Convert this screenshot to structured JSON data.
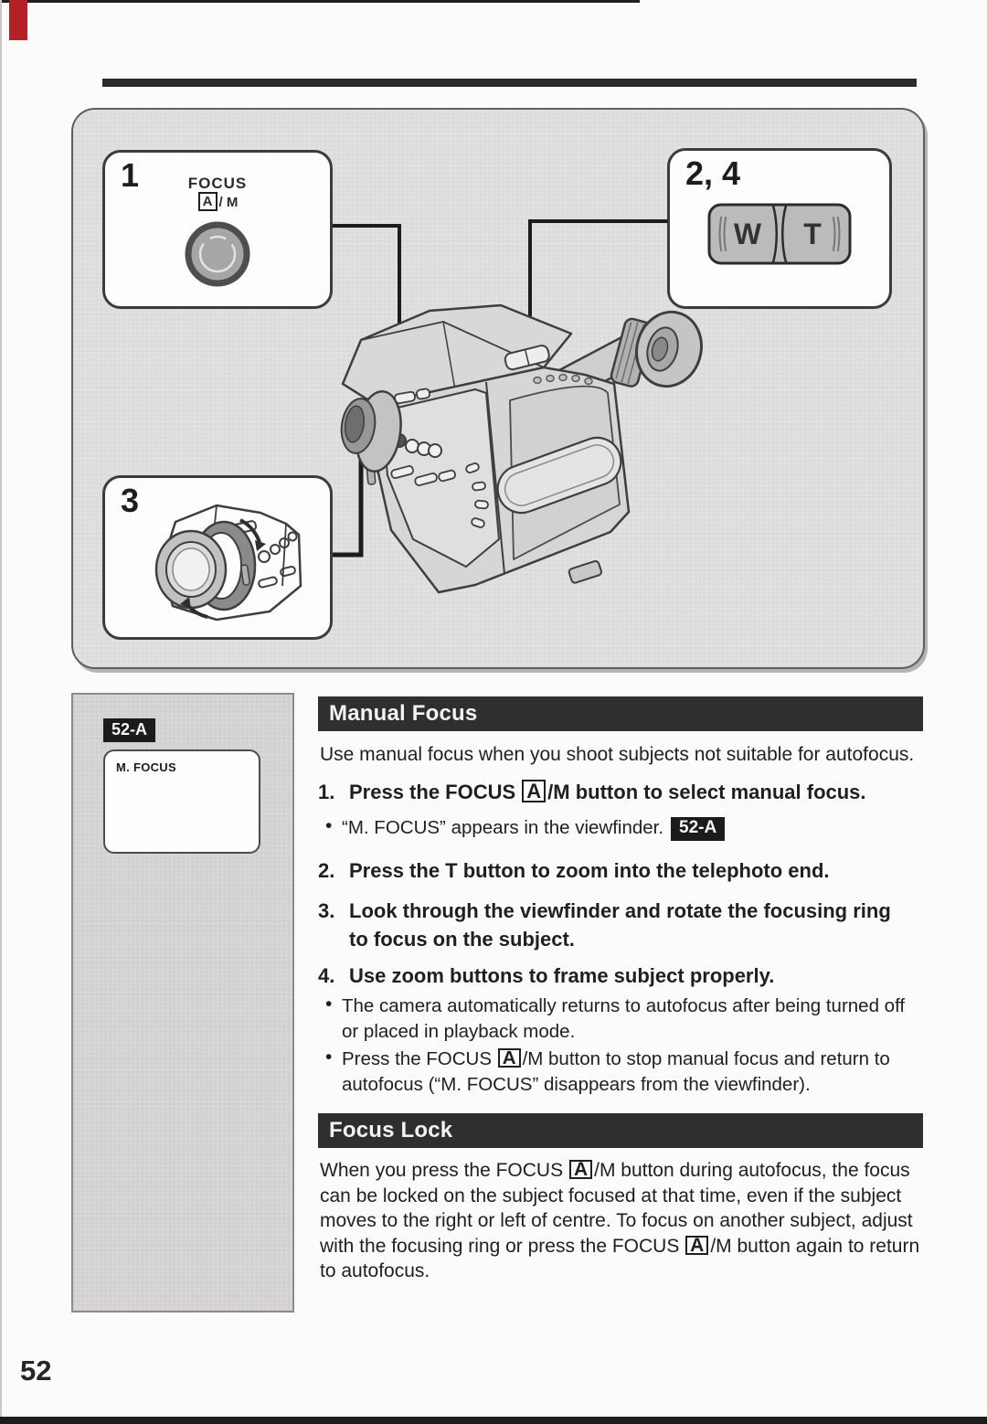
{
  "page": {
    "number": "52"
  },
  "glyphs": {
    "bullet": "•"
  },
  "diagram": {
    "box1": {
      "label": "1",
      "control_title": "FOCUS",
      "auto_key": "A",
      "manual_key": "/ M"
    },
    "box2": {
      "label": "2, 4",
      "wide": "W",
      "tele": "T"
    },
    "box3": {
      "label": "3"
    }
  },
  "sidebar": {
    "ref_badge": "52-A",
    "viewfinder_text": "M. FOCUS"
  },
  "manual_focus": {
    "title": "Manual Focus",
    "intro": "Use manual focus when you shoot subjects not suitable for autofocus.",
    "step1": {
      "num": "1.",
      "pre": "Press the FOCUS ",
      "key": "A",
      "post": "/M button to select manual focus."
    },
    "step1_note": {
      "text": "“M. FOCUS” appears in the viewfinder.",
      "badge": "52-A"
    },
    "step2": {
      "num": "2.",
      "text": "Press the T button to zoom into the telephoto end."
    },
    "step3": {
      "num": "3.",
      "text": "Look through the viewfinder and rotate the focusing ring to focus on the subject."
    },
    "step4": {
      "num": "4.",
      "text": "Use zoom buttons to frame subject properly."
    },
    "note_a": "The camera automatically returns to autofocus after being turned off or placed in playback mode.",
    "note_b": {
      "pre": "Press the FOCUS ",
      "key": "A",
      "post": "/M button to stop manual focus and return to autofocus (“M. FOCUS” disappears from the viewfinder)."
    }
  },
  "focus_lock": {
    "title": "Focus Lock",
    "p1": "When you press the FOCUS ",
    "k1": "A",
    "p2": "/M button during autofocus, the focus can be locked on the subject focused at that time, even if the subject moves to the right or left of centre. To focus on another subject, adjust with the focusing ring or press the FOCUS ",
    "k2": "A",
    "p3": "/M button again to return to autofocus."
  }
}
